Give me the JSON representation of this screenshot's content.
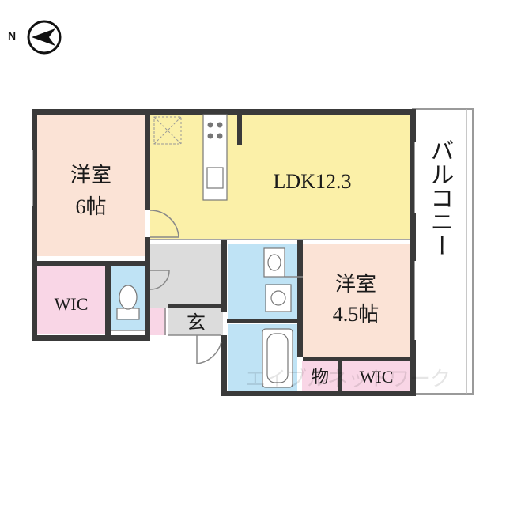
{
  "compass": {
    "label": "N",
    "icon": "north-compass-icon"
  },
  "rooms": {
    "western_room_1": {
      "line1": "洋室",
      "line2": "6帖",
      "color": "#fbe3d6"
    },
    "ldk": {
      "label": "LDK12.3",
      "color": "#fbf0a8"
    },
    "western_room_2": {
      "line1": "洋室",
      "line2": "4.5帖",
      "color": "#fbe3d6"
    },
    "wic_left": {
      "label": "WIC",
      "color": "#f9d6e6"
    },
    "wic_right": {
      "label": "WIC",
      "color": "#f9d6e6"
    },
    "storage": {
      "label": "物",
      "color": "#f9d6e6"
    },
    "entrance": {
      "label": "玄"
    },
    "balcony": {
      "label": "バルコニー"
    },
    "wet_area_color": "#bfe3f5",
    "hall_color": "#dcdcdc"
  },
  "watermark": {
    "text": "エイブルネットワーク"
  }
}
